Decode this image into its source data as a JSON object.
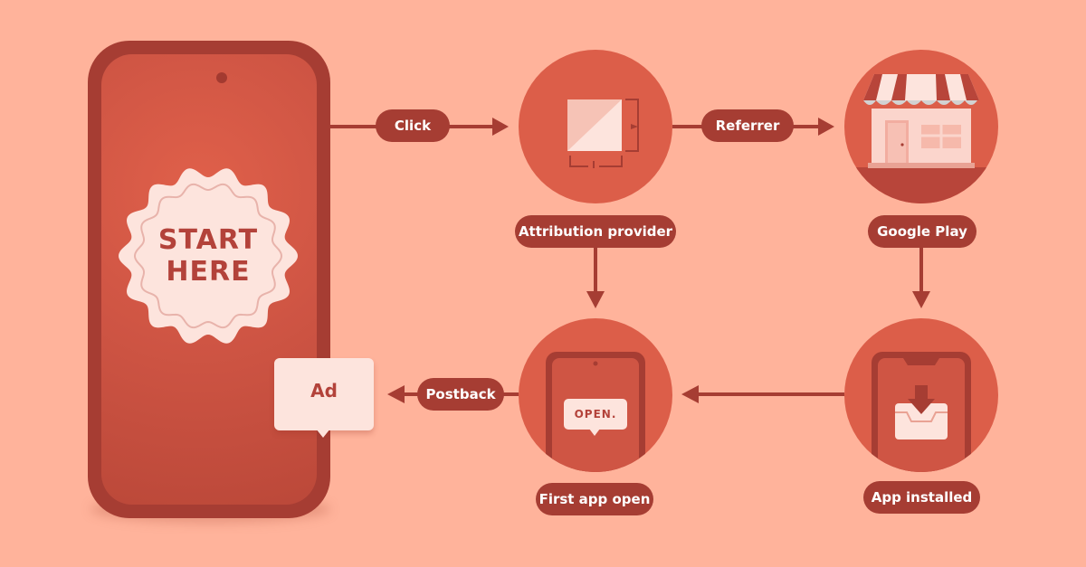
{
  "phone": {
    "badge_text": "START HERE",
    "ad_label": "Ad"
  },
  "flow": {
    "click_label": "Click",
    "referrer_label": "Referrer",
    "postback_label": "Postback"
  },
  "nodes": {
    "attribution": {
      "label": "Attribution provider",
      "icon": "ratio-square-icon"
    },
    "google_play": {
      "label": "Google Play",
      "icon": "storefront-icon"
    },
    "first_open": {
      "label": "First app open",
      "icon": "phone-open-icon",
      "bubble_text": "OPEN."
    },
    "installed": {
      "label": "App installed",
      "icon": "download-tray-icon"
    }
  },
  "colors": {
    "background": "#ffb39b",
    "dark": "#a63d33",
    "circle": "#dc5e49",
    "light": "#fde4dd"
  }
}
